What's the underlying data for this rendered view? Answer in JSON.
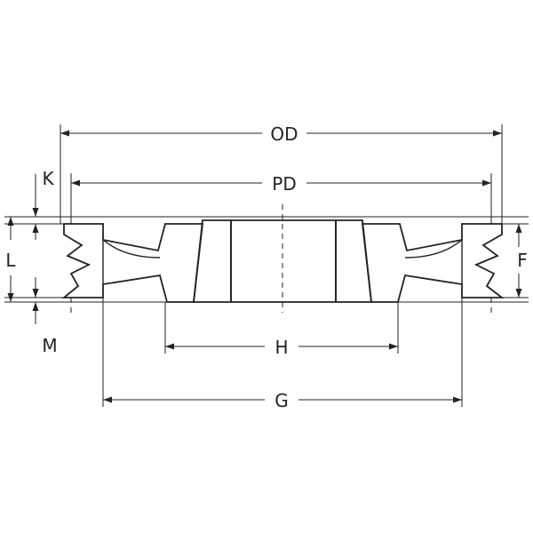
{
  "labels": {
    "od": "OD",
    "pd": "PD",
    "k": "K",
    "l": "L",
    "m": "M",
    "h": "H",
    "g": "G",
    "f": "F"
  },
  "colors": {
    "line": "#222222",
    "background": "#ffffff"
  }
}
